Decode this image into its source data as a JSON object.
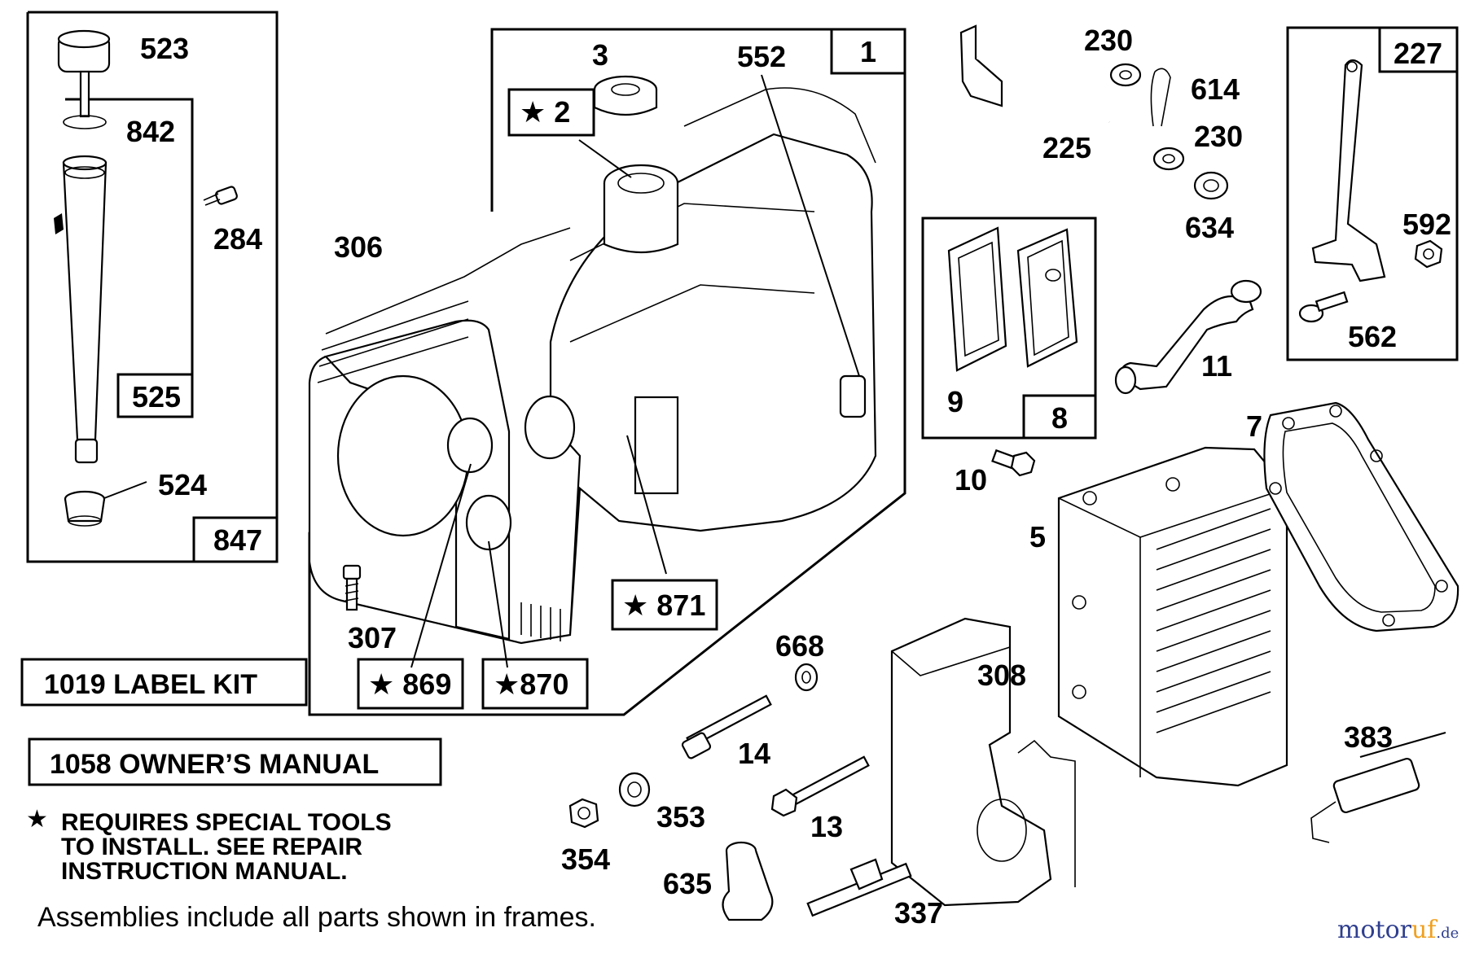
{
  "labels": {
    "p523": "523",
    "p842": "842",
    "p284": "284",
    "p525": "525",
    "p524": "524",
    "p847": "847",
    "p3": "3",
    "p552": "552",
    "p1": "1",
    "p2": "★ 2",
    "p306": "306",
    "p871": "★ 871",
    "p869": "★ 869",
    "p870": "★870",
    "p307": "307",
    "p230a": "230",
    "p614": "614",
    "p225": "225",
    "p230b": "230",
    "p634": "634",
    "p227": "227",
    "p592": "592",
    "p562": "562",
    "p9": "9",
    "p8": "8",
    "p11": "11",
    "p7": "7",
    "p10": "10",
    "p5": "5",
    "p668": "668",
    "p308": "308",
    "p14": "14",
    "p353": "353",
    "p13": "13",
    "p354": "354",
    "p635": "635",
    "p337": "337",
    "p383": "383"
  },
  "notes": {
    "label_kit": "1019 LABEL KIT",
    "owners_manual": "1058 OWNER’S MANUAL",
    "star": "★",
    "special_line1": "REQUIRES SPECIAL TOOLS",
    "special_line2": "TO INSTALL.  SEE REPAIR",
    "special_line3": "INSTRUCTION MANUAL.",
    "assemblies": "Assemblies include all parts shown in frames."
  },
  "logo": {
    "part1": "motor",
    "part2": "uf",
    "part3": ".de"
  },
  "colors": {
    "ink": "#000000",
    "logo_blue": "#2f3f8f",
    "logo_orange": "#f0a020"
  }
}
